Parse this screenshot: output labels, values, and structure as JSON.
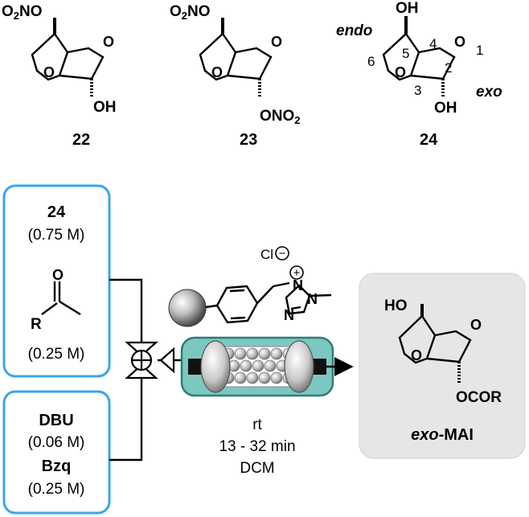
{
  "structures": {
    "s22": {
      "label": "22",
      "top_group": "O2NO",
      "bottom_group": "OH"
    },
    "s23": {
      "label": "23",
      "top_group": "O2NO",
      "bottom_group": "ONO2"
    },
    "s24": {
      "label": "24",
      "top_group": "OH",
      "bottom_group": "OH",
      "endo": "endo",
      "exo": "exo",
      "numbers": [
        "1",
        "2",
        "3",
        "4",
        "5",
        "6"
      ]
    }
  },
  "feed_a": {
    "compound": "24",
    "conc1": "(0.75 M)",
    "aldehyde_o": "O",
    "aldehyde_r": "R",
    "conc2": "(0.25 M)"
  },
  "feed_b": {
    "base": "DBU",
    "base_conc": "(0.06 M)",
    "reagent": "Bzq",
    "reagent_conc": "(0.25 M)"
  },
  "catalyst": {
    "counterion": "Cl",
    "charge_minus": "−",
    "charge_plus": "+",
    "n_label": "N",
    "methyl_n": "N",
    "n3": "N"
  },
  "conditions": {
    "temp": "rt",
    "time": "13 - 32 min",
    "solvent": "DCM"
  },
  "product": {
    "top_group": "HO",
    "bottom_group": "OCOR",
    "name_it": "exo",
    "name_rest": "-MAI"
  },
  "colors": {
    "box_border": "#3aa6e8",
    "column_fill": "#7cc8c0",
    "column_border": "#2a7f78",
    "product_bg": "#e6e6e6"
  }
}
